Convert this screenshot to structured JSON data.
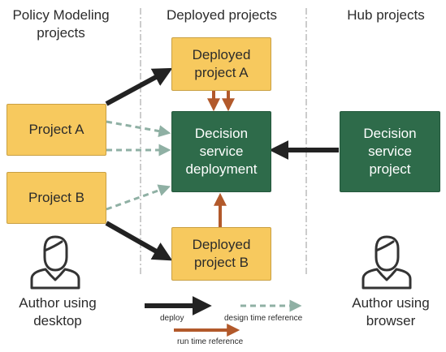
{
  "columns": {
    "left": "Policy Modeling\nprojects",
    "middle": "Deployed projects",
    "right": "Hub projects"
  },
  "boxes": {
    "project_a": "Project A",
    "project_b": "Project B",
    "deployed_a": "Deployed\nproject A",
    "deployed_b": "Deployed\nproject B",
    "decision_deployment": "Decision\nservice\ndeployment",
    "decision_project": "Decision\nservice\nproject"
  },
  "authors": {
    "desktop": "Author using\ndesktop",
    "browser": "Author using\nbrowser"
  },
  "legend": {
    "deploy": "deploy",
    "design_time": "design time reference",
    "run_time": "run time reference"
  },
  "colors": {
    "yellow": "#f7c95e",
    "green": "#2e6b4a",
    "deploy_arrow": "#222222",
    "design_arrow": "#8fb0a4",
    "runtime_arrow": "#b2592b"
  }
}
